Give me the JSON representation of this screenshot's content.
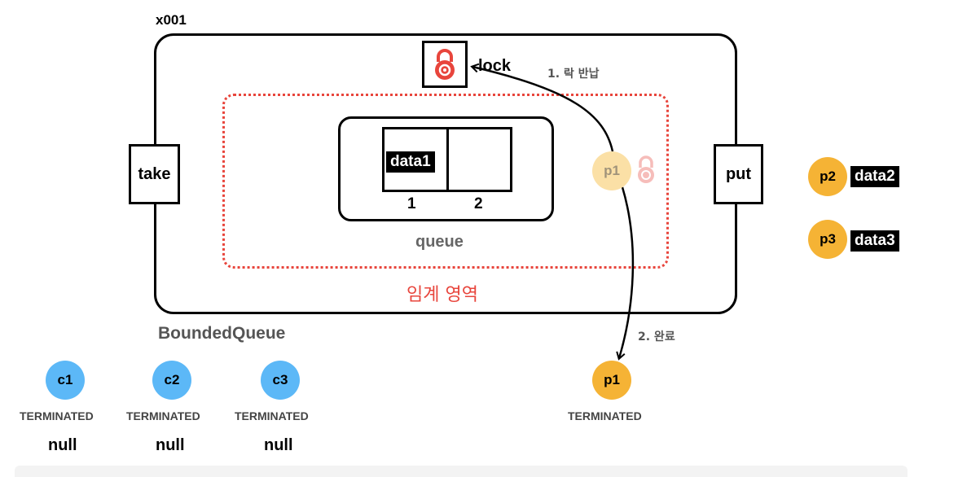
{
  "diagram": {
    "instance_id": "x001",
    "class_name": "BoundedQueue",
    "critical_section_label": "임계 영역",
    "queue_label": "queue",
    "lock_label": "lock",
    "methods": {
      "take": "take",
      "put": "put"
    },
    "slots": [
      {
        "index": "1",
        "value": "data1"
      },
      {
        "index": "2",
        "value": ""
      }
    ],
    "steps": {
      "return_lock": "1. 락 반납",
      "done": "2. 완료"
    },
    "inside_thread": {
      "name": "p1"
    },
    "waiting_producers": [
      {
        "name": "p2",
        "data": "data2"
      },
      {
        "name": "p3",
        "data": "data3"
      }
    ],
    "consumers": [
      {
        "name": "c1",
        "state": "TERMINATED",
        "result": "null"
      },
      {
        "name": "c2",
        "state": "TERMINATED",
        "result": "null"
      },
      {
        "name": "c3",
        "state": "TERMINATED",
        "result": "null"
      }
    ],
    "finished_producer": {
      "name": "p1",
      "state": "TERMINATED"
    },
    "colors": {
      "consumer": "#5cb8f7",
      "producer": "#f5b335",
      "critical": "#e8453c",
      "lock": "#e8453c"
    }
  }
}
